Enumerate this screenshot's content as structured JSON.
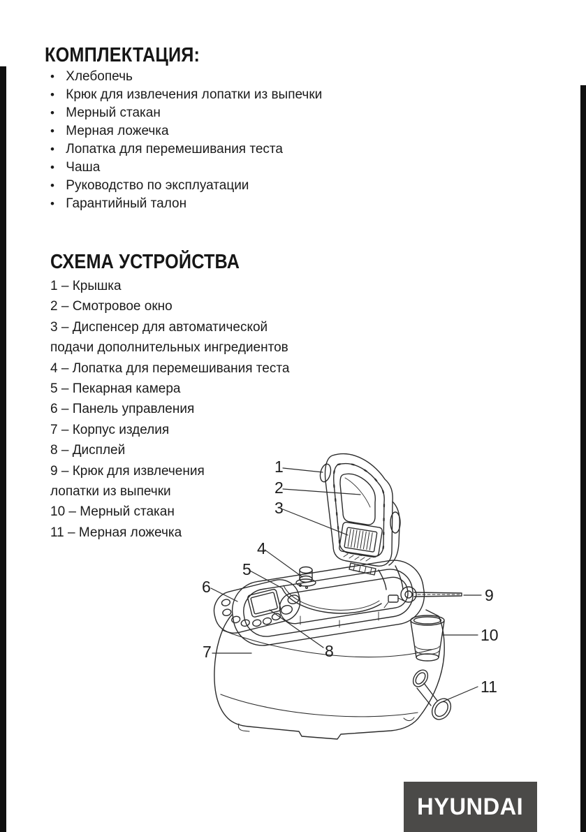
{
  "page": {
    "bg": "#ffffff",
    "scan_bars": {
      "color": "#101010"
    }
  },
  "komplektatsiya": {
    "title": "КОМПЛЕКТАЦИЯ:",
    "bullet": "•",
    "items": [
      "Хлебопечь",
      "Крюк для извлечения лопатки из выпечки",
      "Мерный стакан",
      "Мерная ложечка",
      "Лопатка для перемешивания теста",
      "Чаша",
      "Руководство по эксплуатации",
      "Гарантийный талон"
    ]
  },
  "schema": {
    "title": "СХЕМА УСТРОЙСТВА",
    "lines": [
      "1 – Крышка",
      "2 – Смотровое окно",
      "3 – Диспенсер для автоматической",
      "подачи дополнительных ингредиентов",
      "4 – Лопатка для перемешивания теста",
      "5 – Пекарная камера",
      "6 – Панель управления",
      "7 – Корпус изделия",
      "8 – Дисплей",
      "9 – Крюк для извлечения",
      "лопатки из выпечки",
      "10 – Мерный стакан",
      "11 – Мерная ложечка"
    ]
  },
  "diagram": {
    "callouts": [
      "1",
      "2",
      "3",
      "4",
      "5",
      "6",
      "7",
      "8",
      "9",
      "10",
      "11"
    ]
  },
  "logo": {
    "text": "HYUNDAI",
    "bg": "#4b4a48",
    "fg": "#ffffff"
  }
}
